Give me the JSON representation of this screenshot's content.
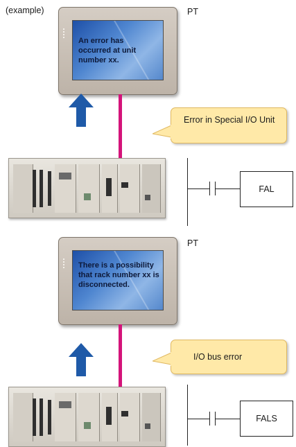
{
  "example_label": "(example)",
  "pt_label": "PT",
  "sections": [
    {
      "screen_message": "An error has occurred at unit number xx.",
      "callout": "Error in Special I/O Unit",
      "instruction": "FAL"
    },
    {
      "screen_message": "There is a possibility that rack number xx is disconnected.",
      "callout": "I/O bus error",
      "instruction": "FALS"
    }
  ],
  "colors": {
    "cable": "#d4147a",
    "arrow": "#1f5aa8",
    "callout_fill": "#ffe9a8",
    "screen_blue": "#3b74c4"
  }
}
